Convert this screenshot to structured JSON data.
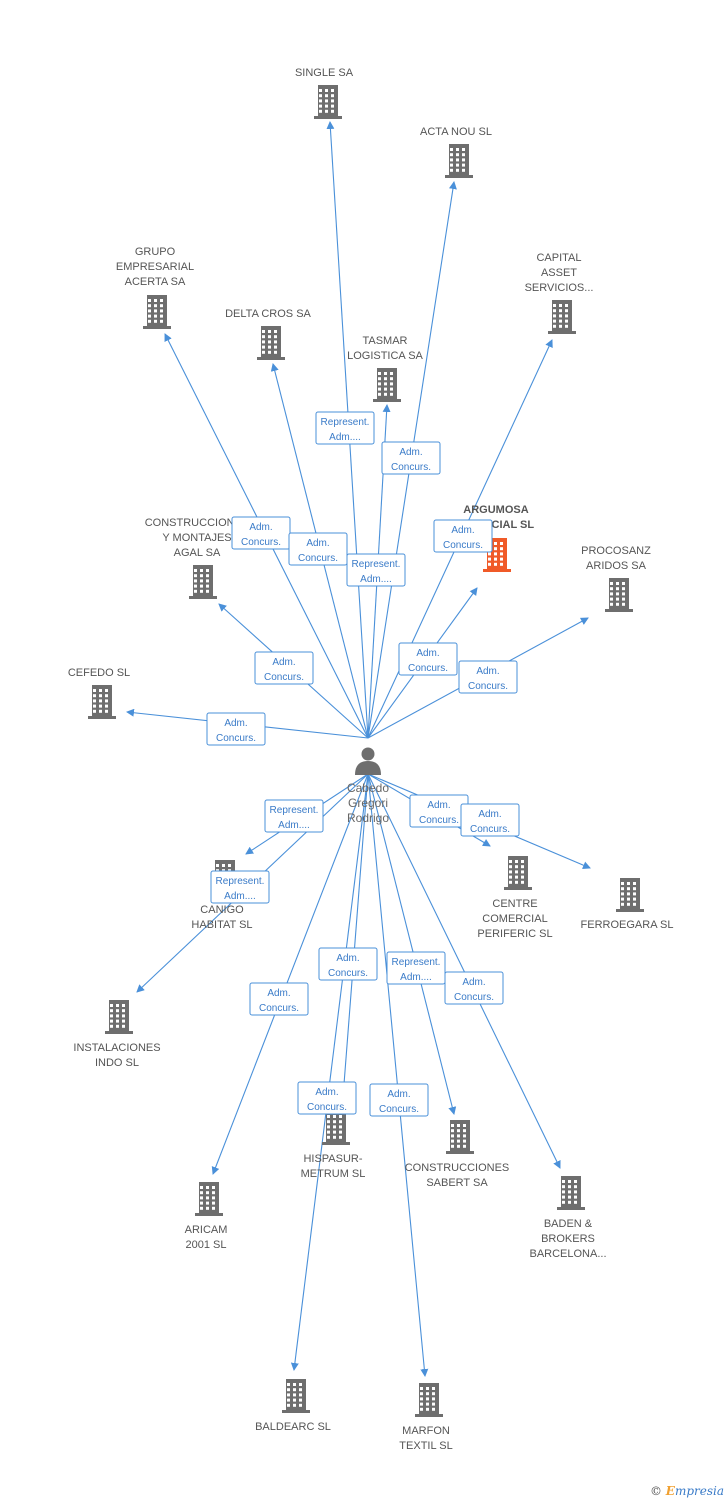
{
  "person": {
    "name_lines": [
      "Cabedo",
      "Gregori",
      "Rodrigo"
    ]
  },
  "colors": {
    "edge": "#4a90d9",
    "building": "#6e6e6e",
    "highlight": "#f05a28"
  },
  "companies": [
    {
      "id": "single",
      "lines": [
        "SINGLE SA"
      ]
    },
    {
      "id": "acta-nou",
      "lines": [
        "ACTA NOU SL"
      ]
    },
    {
      "id": "capital-asset",
      "lines": [
        "CAPITAL",
        "ASSET",
        "SERVICIOS..."
      ]
    },
    {
      "id": "grupo-acerta",
      "lines": [
        "GRUPO",
        "EMPRESARIAL",
        "ACERTA SA"
      ]
    },
    {
      "id": "delta-cros",
      "lines": [
        "DELTA CROS SA"
      ]
    },
    {
      "id": "tasmar",
      "lines": [
        "TASMAR",
        "LOGISTICA SA"
      ]
    },
    {
      "id": "argumosa",
      "lines": [
        "ARGUMOSA",
        "FINANCIAL SL"
      ],
      "highlight": true
    },
    {
      "id": "procosanz",
      "lines": [
        "PROCOSANZ",
        "ARIDOS SA"
      ]
    },
    {
      "id": "agal",
      "lines": [
        "CONSTRUCCIONES",
        "Y MONTAJES",
        "AGAL SA"
      ]
    },
    {
      "id": "cefedo",
      "lines": [
        "CEFEDO SL"
      ]
    },
    {
      "id": "canigo",
      "lines": [
        "CANIGO",
        "HABITAT SL"
      ]
    },
    {
      "id": "centre-comercial",
      "lines": [
        "CENTRE",
        "COMERCIAL",
        "PERIFERIC SL"
      ]
    },
    {
      "id": "ferroegara",
      "lines": [
        "FERROEGARA SL"
      ]
    },
    {
      "id": "instalaciones-indo",
      "lines": [
        "INSTALACIONES",
        "INDO SL"
      ]
    },
    {
      "id": "hispasur",
      "lines": [
        "HISPASUR-",
        "METRUM SL"
      ]
    },
    {
      "id": "sabert",
      "lines": [
        "CONSTRUCCIONES",
        "SABERT SA"
      ]
    },
    {
      "id": "aricam",
      "lines": [
        "ARICAM",
        "2001 SL"
      ]
    },
    {
      "id": "baden",
      "lines": [
        "BADEN &",
        "BROKERS",
        "BARCELONA..."
      ]
    },
    {
      "id": "baldearc",
      "lines": [
        "BALDEARC SL"
      ]
    },
    {
      "id": "marfon",
      "lines": [
        "MARFON",
        "TEXTIL SL"
      ]
    }
  ],
  "relations": [
    {
      "to": "single",
      "lines": [
        "Represent.",
        "Adm...."
      ]
    },
    {
      "to": "acta-nou",
      "lines": [
        "Adm.",
        "Concurs."
      ]
    },
    {
      "to": "capital-asset",
      "lines": [
        "Adm.",
        "Concurs."
      ]
    },
    {
      "to": "grupo-acerta",
      "lines": [
        "Adm.",
        "Concurs."
      ]
    },
    {
      "to": "delta-cros",
      "lines": [
        "Adm.",
        "Concurs."
      ]
    },
    {
      "to": "tasmar",
      "lines": [
        "Represent.",
        "Adm...."
      ]
    },
    {
      "to": "argumosa",
      "lines": [
        "Adm.",
        "Concurs."
      ]
    },
    {
      "to": "procosanz",
      "lines": [
        "Adm.",
        "Concurs."
      ]
    },
    {
      "to": "agal",
      "lines": [
        "Adm.",
        "Concurs."
      ]
    },
    {
      "to": "cefedo",
      "lines": [
        "Adm.",
        "Concurs."
      ]
    },
    {
      "to": "canigo",
      "lines": [
        "Represent.",
        "Adm...."
      ]
    },
    {
      "to": "centre-comercial",
      "lines": [
        "Adm.",
        "Concurs."
      ]
    },
    {
      "to": "ferroegara",
      "lines": [
        "Adm.",
        "Concurs."
      ]
    },
    {
      "to": "instalaciones-indo",
      "lines": [
        "Represent.",
        "Adm...."
      ]
    },
    {
      "to": "hispasur",
      "lines": [
        "Adm.",
        "Concurs."
      ]
    },
    {
      "to": "sabert",
      "lines": [
        "Represent.",
        "Adm...."
      ]
    },
    {
      "to": "aricam",
      "lines": [
        "Adm.",
        "Concurs."
      ]
    },
    {
      "to": "baden",
      "lines": [
        "Adm.",
        "Concurs."
      ]
    },
    {
      "to": "baldearc",
      "lines": [
        "Adm.",
        "Concurs."
      ]
    },
    {
      "to": "marfon",
      "lines": [
        "Adm.",
        "Concurs."
      ]
    }
  ],
  "footer": {
    "copyright": "©",
    "brand_initial": "E",
    "brand_rest": "mpresia"
  }
}
